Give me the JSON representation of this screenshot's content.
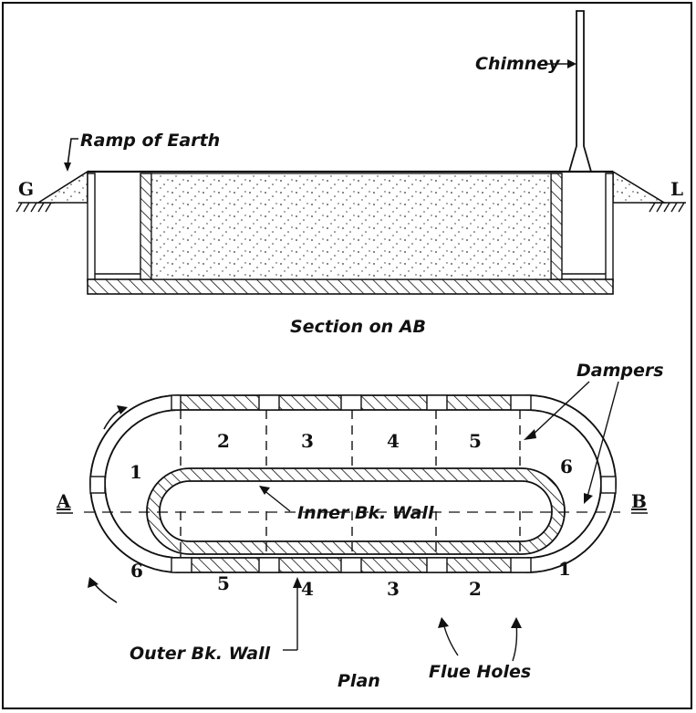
{
  "section": {
    "caption": "Section on AB",
    "ramp_label": "Ramp of Earth",
    "chimney_label": "Chimney",
    "left_point": "G",
    "right_point": "L"
  },
  "plan": {
    "caption": "Plan",
    "dampers_label": "Dampers",
    "inner_wall_label": "Inner Bk. Wall",
    "outer_wall_label": "Outer Bk. Wall",
    "flue_holes_label": "Flue Holes",
    "point_a": "A",
    "point_b": "B",
    "top_chambers": [
      "2",
      "3",
      "4",
      "5"
    ],
    "bottom_chambers": [
      "5",
      "4",
      "3",
      "2"
    ],
    "left_top_chamber": "1",
    "left_bottom_chamber": "6",
    "right_top_chamber": "6",
    "right_bottom_chamber": "1"
  }
}
